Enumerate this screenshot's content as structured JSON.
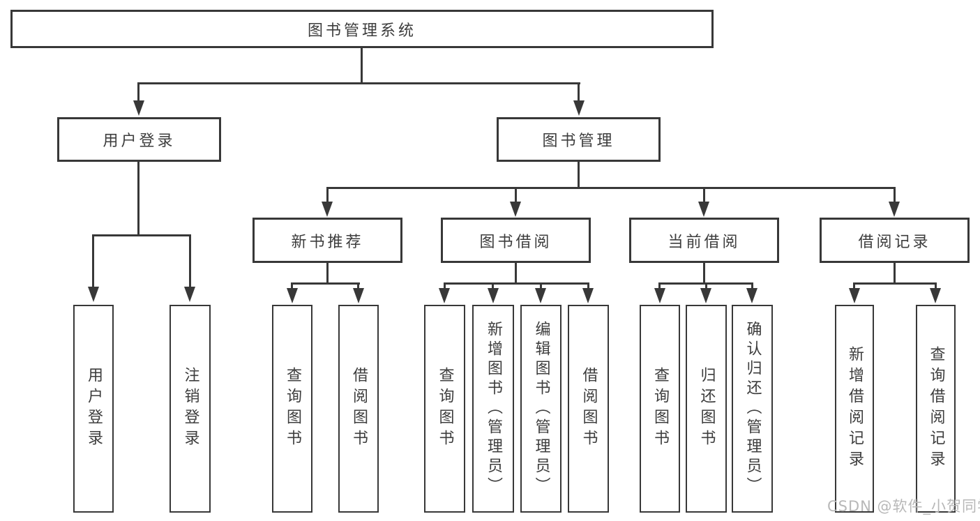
{
  "nodes": {
    "root": "图书管理系统",
    "user_login": "用户登录",
    "book_management": "图书管理",
    "new_book_recommend": "新书推荐",
    "book_borrow": "图书借阅",
    "current_borrow": "当前借阅",
    "borrow_record": "借阅记录",
    "ul_user_login": "用户登录",
    "ul_logout": "注销登录",
    "nb_query_book": "查询图书",
    "nb_borrow_book": "借阅图书",
    "bb_query_book": "查询图书",
    "bb_add_book": "新增图书（管理员）",
    "bb_edit_book": "编辑图书（管理员）",
    "bb_borrow_book": "借阅图书",
    "cb_query_book": "查询图书",
    "cb_return_book": "归还图书",
    "cb_confirm_return": "确认归还（管理员）",
    "br_add_record": "新增借阅记录",
    "br_query_record": "查询借阅记录"
  },
  "watermark": "CSDN @软件_小贺同学",
  "colors": {
    "line": "#383838",
    "text": "#3d3d3d",
    "background": "#ffffff",
    "watermark": "#b8b8b8"
  }
}
